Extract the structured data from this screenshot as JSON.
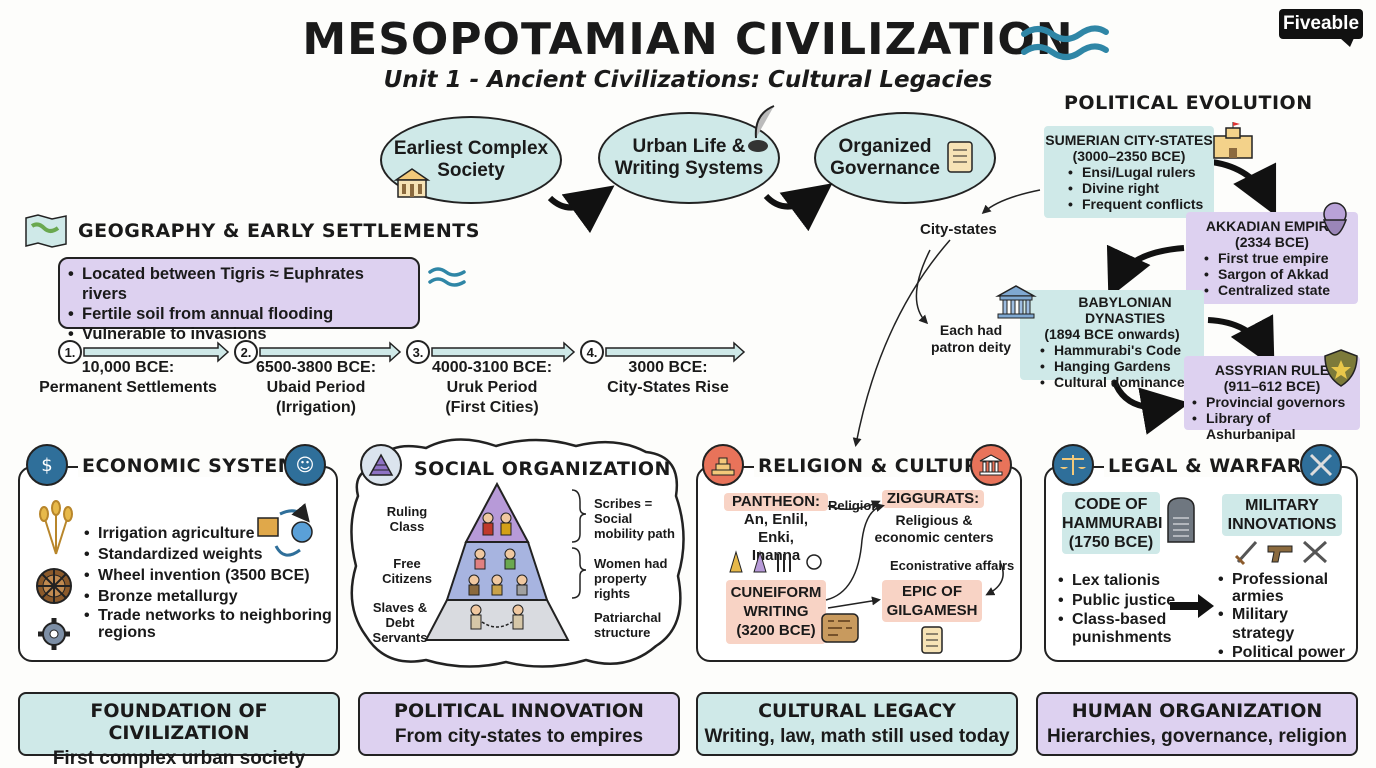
{
  "header": {
    "title": "MESOPOTAMIAN CIVILIZATION",
    "subtitle": "Unit 1 - Ancient Civilizations: Cultural Legacies",
    "logo": "Fiveable"
  },
  "flow": {
    "oval1": {
      "line1": "Earliest Complex",
      "line2": "Society",
      "icon": "building-icon"
    },
    "oval2": {
      "line1": "Urban Life &",
      "line2": "Writing Systems",
      "icon": "quill-inkwell-icon"
    },
    "oval3": {
      "line1": "Organized",
      "line2": "Governance",
      "icon": "scroll-icon"
    }
  },
  "geography": {
    "heading": "GEOGRAPHY & EARLY SETTLEMENTS",
    "icon": "map-icon",
    "bullets": [
      "Located between Tigris ≈ Euphrates rivers",
      "Fertile soil from annual flooding",
      "Vulnerable to invasions"
    ],
    "timeline": [
      {
        "num": "1.",
        "line1": "10,000 BCE:",
        "line2": "Permanent Settlements",
        "line3": ""
      },
      {
        "num": "2.",
        "line1": "6500-3800 BCE:",
        "line2": "Ubaid Period",
        "line3": "(Irrigation)"
      },
      {
        "num": "3.",
        "line1": "4000-3100 BCE:",
        "line2": "Uruk Period",
        "line3": "(First Cities)"
      },
      {
        "num": "4.",
        "line1": "3000 BCE:",
        "line2": "City-States Rise",
        "line3": ""
      }
    ]
  },
  "political": {
    "heading": "POLITICAL EVOLUTION",
    "city_states_label": "City-states",
    "patron_line1": "Each had",
    "patron_line2": "patron deity",
    "sumerian": {
      "title": "SUMERIAN CITY-STATES",
      "dates": "(3000–2350 BCE)",
      "bullets": [
        "Ensi/Lugal rulers",
        "Divine right",
        "Frequent conflicts"
      ]
    },
    "akkadian": {
      "title": "AKKADIAN EMPIRE",
      "dates": "(2334 BCE)",
      "bullets": [
        "First true empire",
        "Sargon of Akkad",
        "Centralized state"
      ]
    },
    "babylonian": {
      "title": "BABYLONIAN DYNASTIES",
      "dates": "(1894 BCE onwards)",
      "bullets": [
        "Hammurabi's Code",
        "Hanging Gardens",
        "Cultural dominance"
      ]
    },
    "assyrian": {
      "title": "ASSYRIAN RULE",
      "dates": "(911–612 BCE)",
      "bullets": [
        "Provincial governors",
        "Library of Ashurbanipal"
      ]
    }
  },
  "economic": {
    "heading": "ECONOMIC SYSTEMS",
    "bullets": [
      "Irrigation agriculture",
      "Standardized weights",
      "Wheel invention (3500 BCE)",
      "Bronze metallurgy",
      "Trade networks to neighboring regions"
    ]
  },
  "social": {
    "heading": "SOCIAL ORGANIZATION",
    "left": [
      [
        "Ruling",
        "Class"
      ],
      [
        "Free",
        "Citizens"
      ],
      [
        "Slaves &",
        "Debt",
        "Servants"
      ]
    ],
    "right": [
      [
        "Scribes =",
        "Social",
        "mobility path"
      ],
      [
        "Women had",
        "property",
        "rights"
      ],
      [
        "Patriarchal",
        "structure"
      ]
    ]
  },
  "religion": {
    "heading": "RELIGION & CULTURE",
    "pantheon_title": "PANTHEON:",
    "pantheon_gods": "An, Enlil, Enki,",
    "pantheon_gods2": "Inanna",
    "religion_label": "Religion",
    "ziggurats_title": "ZIGGURATS:",
    "ziggurats_line1": "Religious &",
    "ziggurats_line2": "economic centers",
    "admin_label": "Econistrative affairs",
    "cuneiform_line1": "CUNEIFORM",
    "cuneiform_line2": "WRITING",
    "cuneiform_line3": "(3200 BCE)",
    "epic_line1": "EPIC OF",
    "epic_line2": "GILGAMESH"
  },
  "legal": {
    "heading": "LEGAL & WARFARE",
    "code_line1": "CODE OF",
    "code_line2": "HAMMURABI",
    "code_line3": "(1750 BCE)",
    "military_line1": "MILITARY",
    "military_line2": "INNOVATIONS",
    "left_bullets": [
      "Lex talionis",
      "Public justice",
      "Class-based punishments"
    ],
    "right_bullets": [
      "Professional armies",
      "Military strategy",
      "Political power"
    ]
  },
  "footer": [
    {
      "heading": "FOUNDATION OF CIVILIZATION",
      "sub": "First complex urban society",
      "color": "#cfe9e8"
    },
    {
      "heading": "POLITICAL INNOVATION",
      "sub": "From city-states to empires",
      "color": "#ddd1f0"
    },
    {
      "heading": "CULTURAL LEGACY",
      "sub": "Writing, law, math still used today",
      "color": "#cfe9e8"
    },
    {
      "heading": "HUMAN ORGANIZATION",
      "sub": "Hierarchies, governance, religion",
      "color": "#ddd1f0"
    }
  ],
  "colors": {
    "teal": "#cfe9e8",
    "purple": "#ddd1f0",
    "peach": "#f8d3c5",
    "wave_blue": "#2f86a6"
  }
}
